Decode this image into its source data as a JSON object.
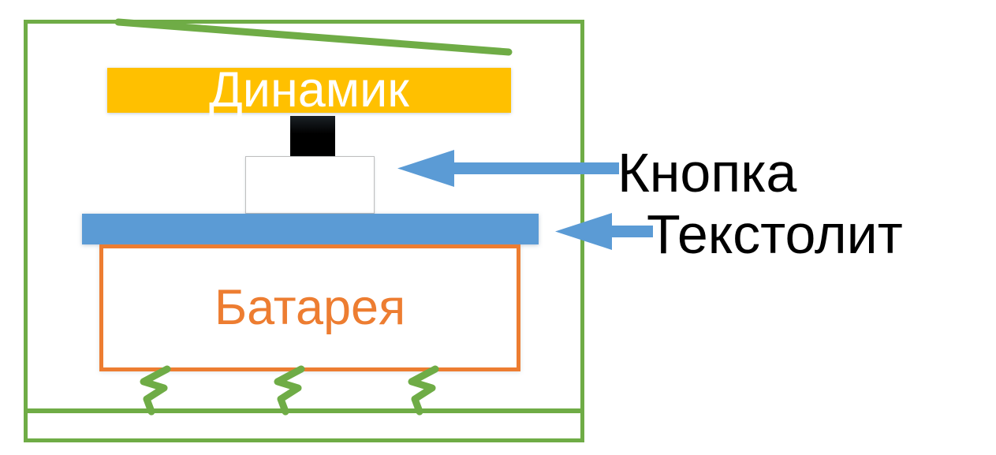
{
  "diagram": {
    "title": "Device cross-section schematic",
    "language": "ru",
    "components": {
      "speaker": {
        "label": "Динамик",
        "meaning": "Speaker",
        "fill_color": "#FFC000",
        "text_color": "#FFFFFF",
        "shape": "filled-bar"
      },
      "battery": {
        "label": "Батарея",
        "meaning": "Battery",
        "border_color": "#ED7D31",
        "text_color": "#ED7D31",
        "fill_color": "#FFFFFF",
        "shape": "outlined-box"
      },
      "textolite": {
        "label": "Текстолит",
        "meaning": "Textolite (PCB board)",
        "fill_color": "#5B9BD5",
        "shape": "filled-bar"
      },
      "button": {
        "label": "Кнопка",
        "meaning": "Button",
        "fill_color": "#FFFFFF",
        "border_color": "#BFBFBF",
        "shape": "outlined-box"
      },
      "contact_block": {
        "label": "",
        "fill_color": "#000000",
        "shape": "filled-square"
      },
      "enclosure": {
        "label": "",
        "border_color": "#6FAC46",
        "shape": "outlined-frame"
      },
      "springs": {
        "label": "",
        "count": 3,
        "color": "#6FAC46",
        "shape": "zigzag"
      }
    },
    "callouts": [
      {
        "text": "Кнопка",
        "points_to": "button",
        "arrow_color": "#5B9BD5",
        "text_color": "#000000"
      },
      {
        "text": "Текстолит",
        "points_to": "textolite",
        "arrow_color": "#5B9BD5",
        "text_color": "#000000"
      }
    ],
    "colors": {
      "green": "#6FAC46",
      "yellow": "#FFC000",
      "orange": "#ED7D31",
      "blue": "#5B9BD5",
      "black": "#000000",
      "white": "#FFFFFF",
      "grey_border": "#BFBFBF"
    }
  }
}
